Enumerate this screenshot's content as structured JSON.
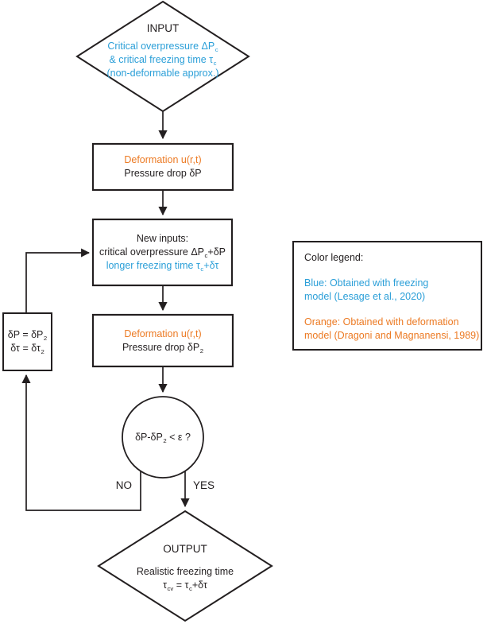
{
  "palette": {
    "ink": "#231f20",
    "blue": "#2b9fd8",
    "orange": "#ec7a23"
  },
  "flow": {
    "input": {
      "title": "INPUT",
      "lines": [
        {
          "color": "blue",
          "segments": [
            {
              "t": "Critical overpressure ΔP"
            },
            {
              "t": "c",
              "sub": true
            }
          ]
        },
        {
          "color": "blue",
          "segments": [
            {
              "t": "& critical freezing time τ"
            },
            {
              "t": "c",
              "sub": true
            }
          ]
        },
        {
          "color": "blue",
          "segments": [
            {
              "t": "(non-deformable approx.)"
            }
          ]
        }
      ]
    },
    "deformation1": {
      "lines": [
        {
          "color": "orange",
          "segments": [
            {
              "t": "Deformation u(r,t)"
            }
          ]
        },
        {
          "color": "ink",
          "segments": [
            {
              "t": "Pressure drop δP"
            }
          ]
        }
      ]
    },
    "new_inputs": {
      "lines": [
        {
          "color": "ink",
          "segments": [
            {
              "t": "New inputs:"
            }
          ]
        },
        {
          "color": "ink",
          "segments": [
            {
              "t": "critical overpressure ΔP"
            },
            {
              "t": "c",
              "sub": true
            },
            {
              "t": "+δP"
            }
          ]
        },
        {
          "color": "blue",
          "segments": [
            {
              "t": "longer freezing time τ"
            },
            {
              "t": "c",
              "sub": true
            },
            {
              "t": "+δτ"
            }
          ]
        }
      ]
    },
    "deformation2": {
      "lines": [
        {
          "color": "orange",
          "segments": [
            {
              "t": "Deformation u(r,t)"
            }
          ]
        },
        {
          "color": "ink",
          "segments": [
            {
              "t": "Pressure drop δP"
            },
            {
              "t": "2",
              "sub": true
            }
          ]
        }
      ]
    },
    "decision": {
      "lines": [
        {
          "color": "ink",
          "segments": [
            {
              "t": "δP-δP"
            },
            {
              "t": "2",
              "sub": true
            },
            {
              "t": " < ε ?"
            }
          ]
        }
      ]
    },
    "assignment": {
      "lines": [
        {
          "color": "ink",
          "segments": [
            {
              "t": "δP = δP"
            },
            {
              "t": "2",
              "sub": true
            }
          ]
        },
        {
          "color": "ink",
          "segments": [
            {
              "t": "δτ = δτ"
            },
            {
              "t": "2",
              "sub": true
            }
          ]
        }
      ]
    },
    "no_label": "NO",
    "yes_label": "YES",
    "output": {
      "title": "OUTPUT",
      "lines": [
        {
          "color": "ink",
          "segments": [
            {
              "t": "Realistic freezing time"
            }
          ]
        },
        {
          "color": "ink",
          "segments": [
            {
              "t": "τ"
            },
            {
              "t": "cv",
              "sub": true
            },
            {
              "t": " = τ"
            },
            {
              "t": "c",
              "sub": true
            },
            {
              "t": "+δτ"
            }
          ]
        }
      ]
    }
  },
  "legend": {
    "title": "Color legend:",
    "entries": [
      {
        "color": "blue",
        "lines": [
          "Blue: Obtained with freezing",
          "model (Lesage et al., 2020)"
        ]
      },
      {
        "color": "orange",
        "lines": [
          "Orange: Obtained with deformation",
          "model (Dragoni and Magnanensi, 1989)"
        ]
      }
    ]
  }
}
